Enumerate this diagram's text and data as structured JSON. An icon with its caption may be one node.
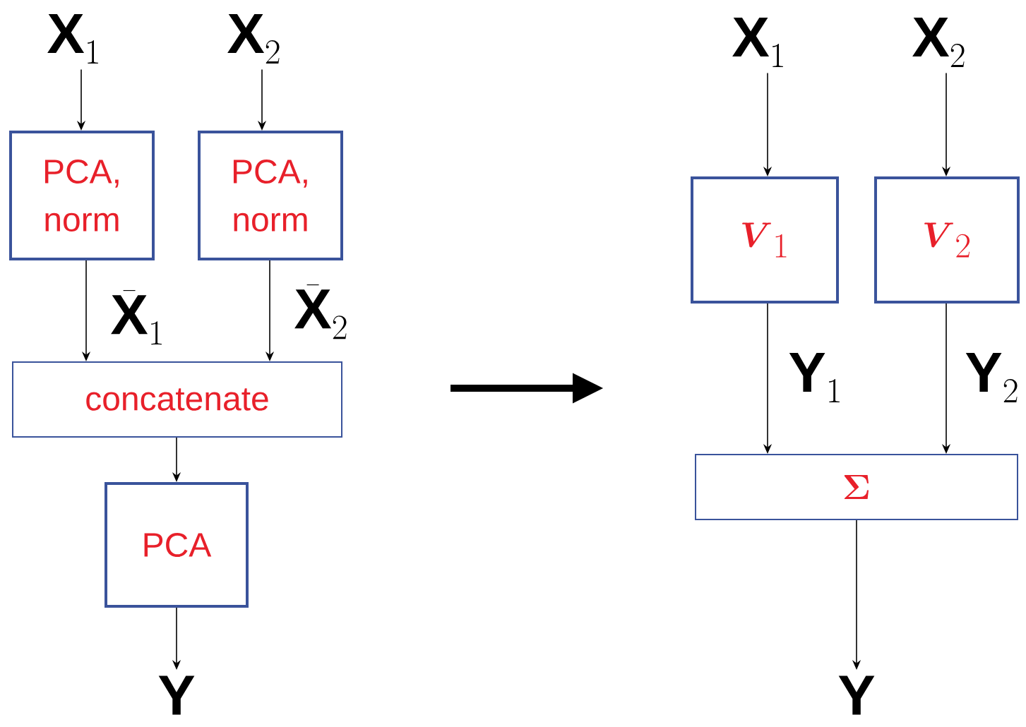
{
  "diagram": {
    "nodes": [
      {
        "text": [
          "\\mathbf{X}_1"
        ]
      },
      {
        "text": [
          "\\mathbf{X}_2"
        ]
      },
      {
        "text": [
          "PCA, norm"
        ]
      },
      {
        "text": [
          "PCA, norm"
        ]
      },
      {
        "text": [
          "concatenate"
        ]
      },
      {
        "text": [
          "PCA"
        ]
      },
      {
        "text": [
          "\\mathbf{Y}"
        ]
      },
      {
        "text": [
          "\\mathbf{X}_1"
        ]
      },
      {
        "text": [
          "\\mathbf{X}_2"
        ]
      },
      {
        "text": [
          "\\boldsymbol{V}_1"
        ]
      },
      {
        "text": [
          "\\boldsymbol{V}_2"
        ]
      },
      {
        "text": [
          "\\boldsymbol{\\Sigma}"
        ]
      },
      {
        "text": [
          "\\mathbf{Y}"
        ]
      }
    ],
    "edges": [
      {
        "from": 0,
        "to": 2,
        "arrow": "to"
      },
      {
        "from": 1,
        "to": 3,
        "arrow": "to"
      },
      {
        "from": 2,
        "to": 4,
        "arrow": "to",
        "label": "\\bar{\\mathbf{X}}_1"
      },
      {
        "from": 3,
        "to": 4,
        "arrow": "to",
        "label": "\\bar{\\mathbf{X}}_2"
      },
      {
        "from": 4,
        "to": 5,
        "arrow": "to"
      },
      {
        "from": 5,
        "to": 6,
        "arrow": "to"
      },
      {
        "from": 7,
        "to": 9,
        "arrow": "to"
      },
      {
        "from": 8,
        "to": 10,
        "arrow": "to"
      },
      {
        "from": 9,
        "to": 11,
        "arrow": "to",
        "label": "\\mathbf{Y}_1"
      },
      {
        "from": 10,
        "to": 11,
        "arrow": "to",
        "label": "\\mathbf{Y}_2"
      },
      {
        "from": 11,
        "to": 12,
        "arrow": "to"
      }
    ]
  }
}
